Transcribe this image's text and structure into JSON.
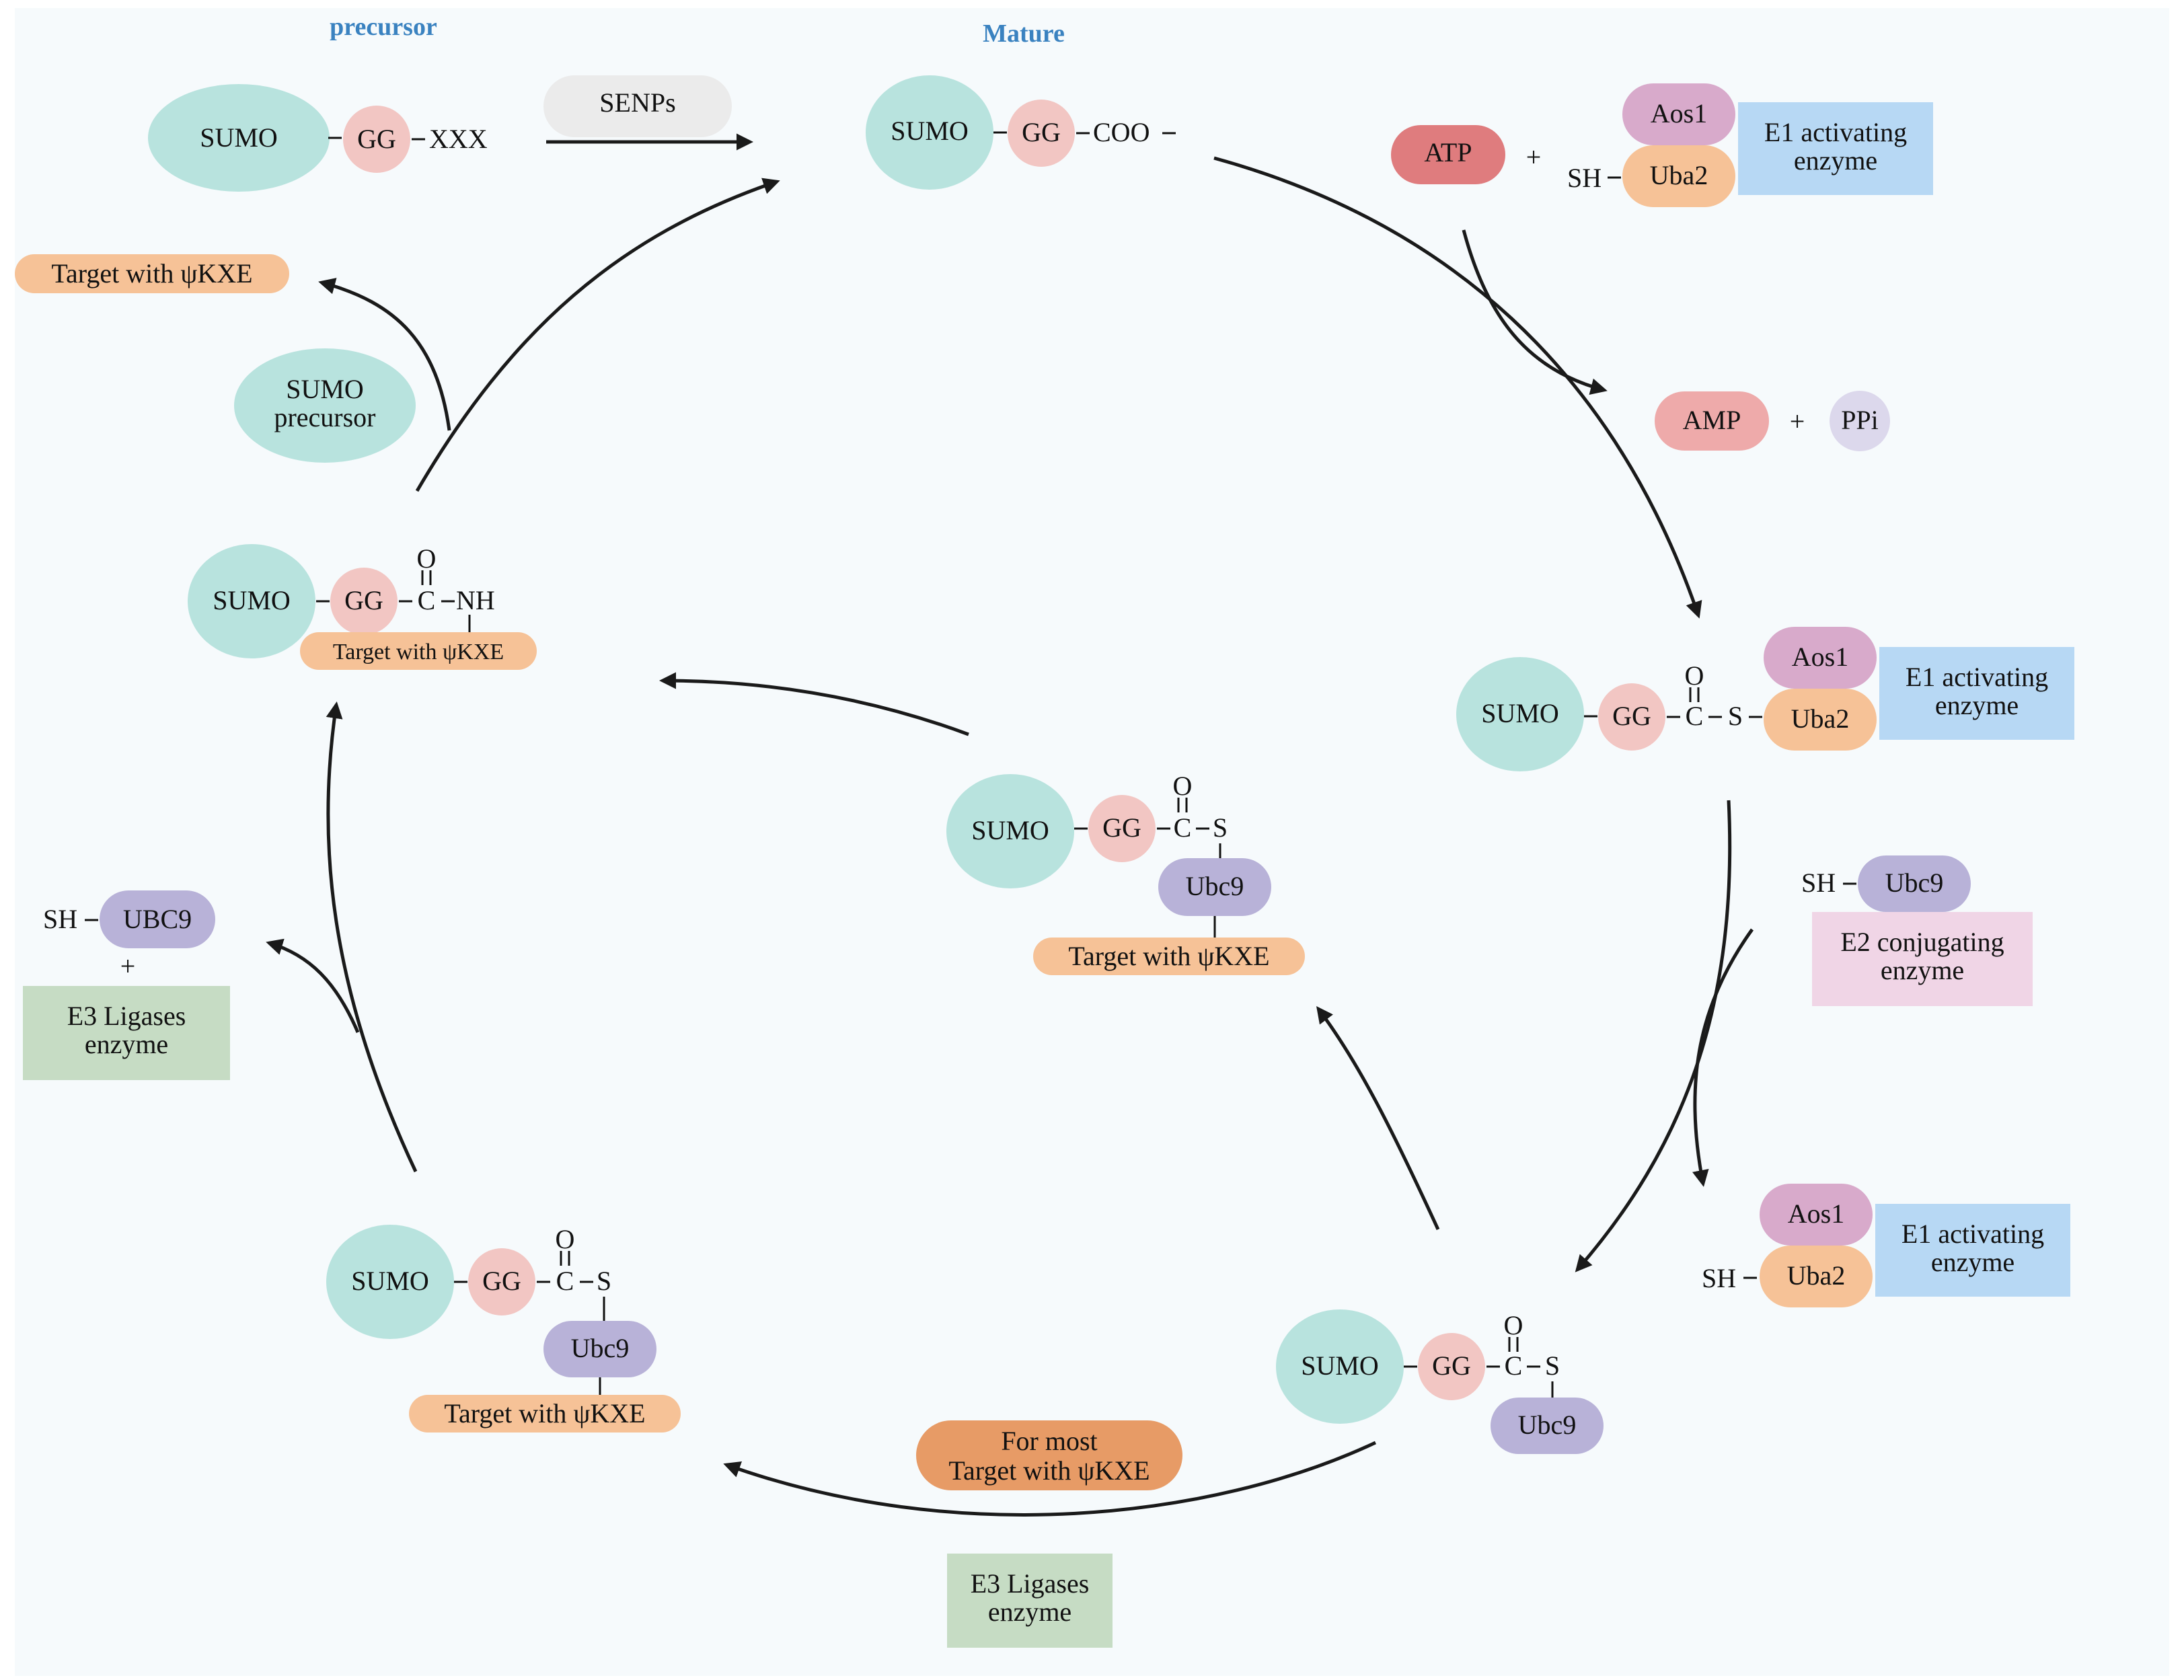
{
  "colors": {
    "background": "#f6fafc",
    "sumo": "#b8e3de",
    "gg": "#f2c6c3",
    "target": "#f6c297",
    "target_dark": "#e79b66",
    "aos1": "#d8aacb",
    "uba2": "#f6c297",
    "e1_box": "#b7d8f4",
    "e2_box": "#f0d5e6",
    "e3_box": "#c6dcc4",
    "ubc9": "#b8b2d8",
    "atp": "#df7c7e",
    "amp": "#eeaaaa",
    "ppi": "#dcd8ec",
    "senps": "#ebebeb",
    "heading": "#3a82c0"
  },
  "headings": {
    "precursor": "precursor",
    "mature": "Mature"
  },
  "labels": {
    "sumo": "SUMO",
    "gg": "GG",
    "xxx": "XXX",
    "coo": "COO",
    "senps": "SENPs",
    "atp": "ATP",
    "plus": "+",
    "sh": "SH",
    "aos1": "Aos1",
    "uba2": "Uba2",
    "e1_line1": "E1 activating",
    "e1_line2": "enzyme",
    "amp": "AMP",
    "ppi": "PPi",
    "c": "C",
    "o": "O",
    "s": "S",
    "nh": "NH",
    "ubc9": "Ubc9",
    "ubc9_upper": "UBC9",
    "e2_line1": "E2 conjugating",
    "e2_line2": "enzyme",
    "e3_line1": "E3 Ligases",
    "e3_line2": "enzyme",
    "target": "Target with ψKXE",
    "for_most": "For most",
    "sumo_precursor_line1": "SUMO",
    "sumo_precursor_line2": "precursor"
  }
}
